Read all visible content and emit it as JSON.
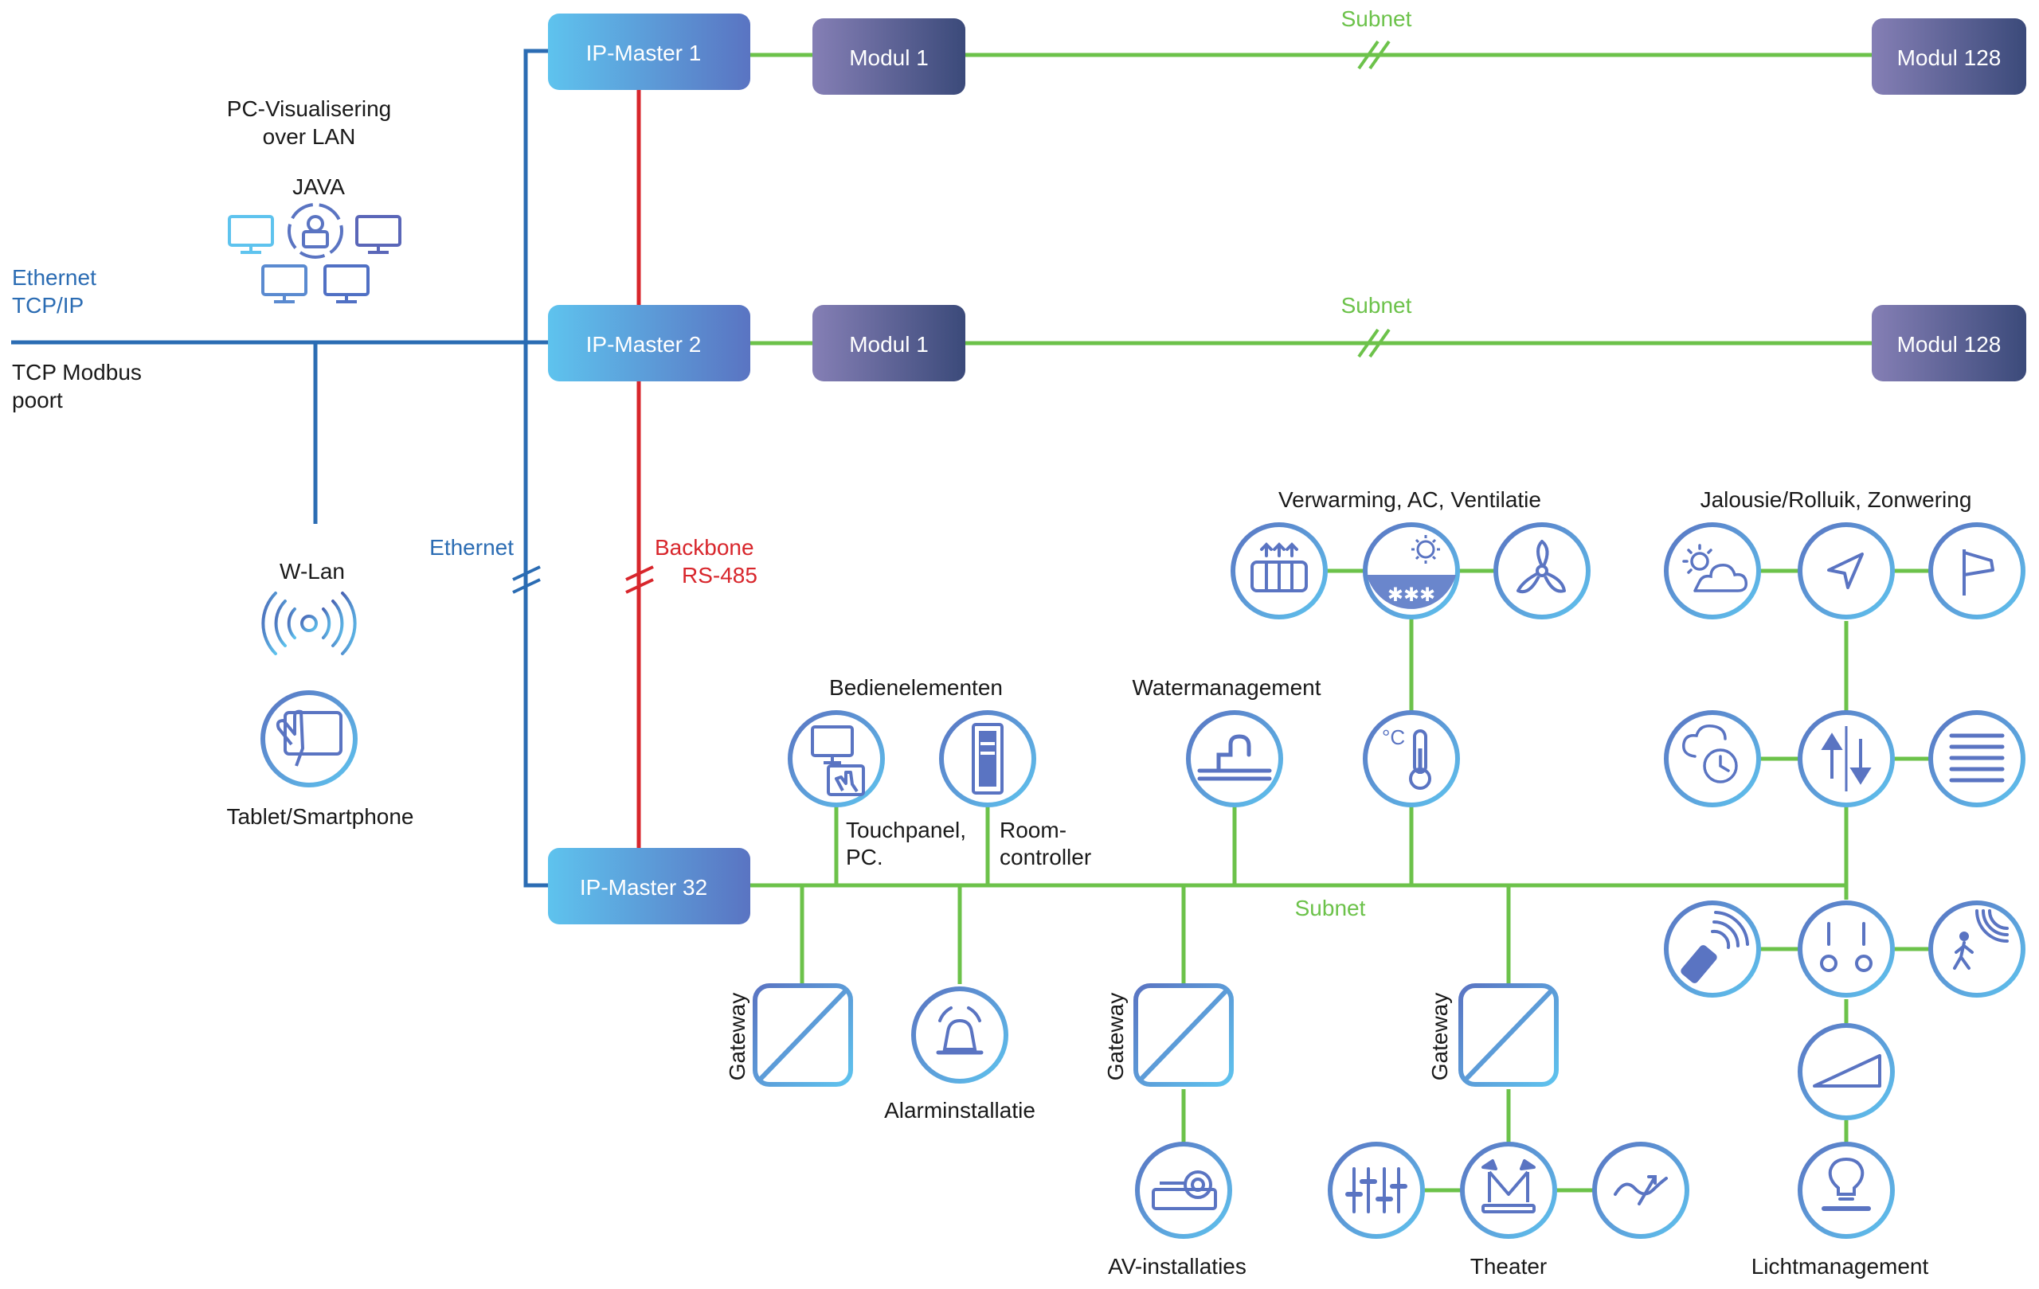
{
  "colors": {
    "ethernet": "#2b6cb3",
    "backbone": "#d8262c",
    "subnet": "#6cc24a",
    "master_light": "#5ec3ee",
    "master_dark": "#5a74c2",
    "module_light": "#837db4",
    "module_dark": "#3b4a7a",
    "icon": "#4f78c2"
  },
  "masters": [
    {
      "label": "IP-Master 1"
    },
    {
      "label": "IP-Master 2"
    },
    {
      "label": "IP-Master 32"
    }
  ],
  "modules": [
    {
      "label": "Modul 1"
    },
    {
      "label": "Modul 128"
    },
    {
      "label": "Modul 1"
    },
    {
      "label": "Modul 128"
    }
  ],
  "labels": {
    "subnet_top": "Subnet",
    "subnet_mid": "Subnet",
    "subnet_bottom": "Subnet",
    "pc_visual_1": "PC-Visualisering",
    "pc_visual_2": "over LAN",
    "java": "JAVA",
    "ethernet_tcp_1": "Ethernet",
    "ethernet_tcp_2": "TCP/IP",
    "modbus_1": "TCP Modbus",
    "modbus_2": "poort",
    "ethernet": "Ethernet",
    "backbone_1": "Backbone",
    "backbone_2": "RS-485",
    "wlan": "W-Lan",
    "tablet": "Tablet/Smartphone",
    "bedien": "Bedienelementen",
    "touch_1": "Touchpanel,",
    "touch_2": "PC.",
    "room_1": "Room-",
    "room_2": "controller",
    "water": "Watermanagement",
    "hvac": "Verwarming, AC, Ventilatie",
    "jalousie": "Jalousie/Rolluik, Zonwering",
    "gateway_1": "Gateway",
    "gateway_2": "Gateway",
    "gateway_3": "Gateway",
    "alarm": "Alarminstallatie",
    "av": "AV-installaties",
    "theater": "Theater",
    "licht": "Lichtmanagement"
  },
  "icons": [
    "monitor-icon",
    "user-circle-icon",
    "wifi-antenna-icon",
    "tablet-hand-icon",
    "touchpanel-icon",
    "room-controller-icon",
    "water-tap-icon",
    "thermometer-icon",
    "radiator-icon",
    "sun-snow-icon",
    "fan-icon",
    "sun-cloud-icon",
    "navigation-arrow-icon",
    "flag-icon",
    "cloud-clock-icon",
    "up-down-arrows-icon",
    "blinds-icon",
    "remote-control-icon",
    "switches-icon",
    "motion-sensor-icon",
    "dimmer-ramp-icon",
    "lightbulb-icon",
    "gateway-icon",
    "alarm-siren-icon",
    "projector-icon",
    "mixer-sliders-icon",
    "stage-lights-icon",
    "wave-curve-icon"
  ]
}
